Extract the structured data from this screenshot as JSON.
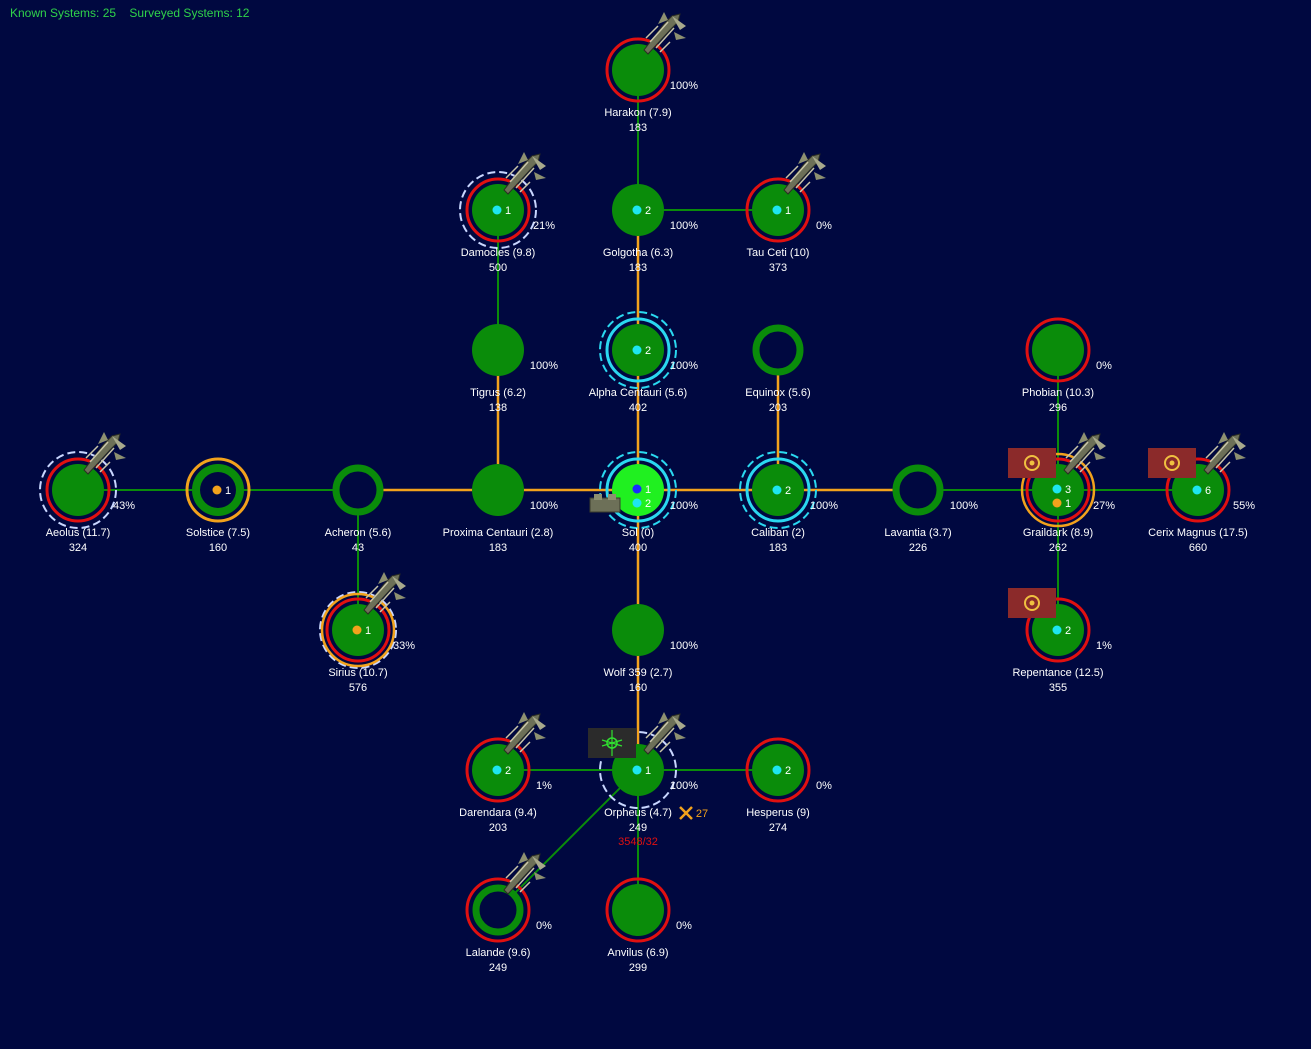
{
  "hud": {
    "known_label": "Known Systems: 25",
    "surveyed_label": "Surveyed Systems: 12"
  },
  "colors": {
    "background": "#000840",
    "planet": "#0a8c0a",
    "planet_home": "#20f020",
    "ring_hostile": "#e01010",
    "ring_orange": "#f2a21c",
    "ring_green": "#0a8c0a",
    "ring_cyan": "#2ad8f0",
    "ring_white": "#c8d6ff",
    "lane_green": "#0a8c0a",
    "lane_orange": "#f2a21c",
    "text": "#ffffff",
    "hud": "#2fd24a",
    "flag": "#8b2a2a"
  },
  "systems": [
    {
      "id": "harakon",
      "name": "Harakon  (7.9)",
      "pop": "183",
      "pct": "100%",
      "ring": "red",
      "ship": true
    },
    {
      "id": "damocles",
      "name": "Damocles  (9.8)",
      "pop": "500",
      "pct": "21%",
      "ring": "red",
      "dashed": "white",
      "count": "1",
      "dot": "cyan",
      "ship": true
    },
    {
      "id": "golgotha",
      "name": "Golgotha  (6.3)",
      "pop": "183",
      "pct": "100%",
      "count": "2",
      "dot": "cyan"
    },
    {
      "id": "tauceti",
      "name": "Tau Ceti  (10)",
      "pop": "373",
      "pct": "0%",
      "ring": "red",
      "count": "1",
      "dot": "cyan",
      "ship": true
    },
    {
      "id": "tigrus",
      "name": "Tigrus  (6.2)",
      "pop": "138",
      "pct": "100%"
    },
    {
      "id": "alphacentauri",
      "name": "Alpha Centauri  (5.6)",
      "pop": "402",
      "pct": "100%",
      "ring": "cyan",
      "dashed": "cyan",
      "count": "2",
      "dot": "cyan"
    },
    {
      "id": "equinox",
      "name": "Equinox  (5.6)",
      "pop": "203",
      "hollow": true
    },
    {
      "id": "phobian",
      "name": "Phobian  (10.3)",
      "pop": "296",
      "pct": "0%",
      "ring": "red"
    },
    {
      "id": "aeolus",
      "name": "Aeolus  (11.7)",
      "pop": "324",
      "pct": "43%",
      "ring": "red",
      "dashed": "white",
      "ship": true
    },
    {
      "id": "solstice",
      "name": "Solstice  (7.5)",
      "pop": "160",
      "ring": "orange",
      "inner_dark": true,
      "count": "1",
      "dot": "orange"
    },
    {
      "id": "acheron",
      "name": "Acheron  (5.6)",
      "pop": "43",
      "hollow": true
    },
    {
      "id": "proxima",
      "name": "Proxima Centauri  (2.8)",
      "pop": "183",
      "pct": "100%"
    },
    {
      "id": "sol",
      "name": "Sol  (0)",
      "pop": "400",
      "pct": "100%",
      "home": true,
      "ring": "cyan",
      "dashed": "cyan",
      "count": "1",
      "count2": "2",
      "dot": "blue",
      "dot2": "cyan",
      "station": true
    },
    {
      "id": "caliban",
      "name": "Caliban  (2)",
      "pop": "183",
      "pct": "100%",
      "ring": "cyan",
      "dashed": "cyan",
      "count": "2",
      "dot": "cyan"
    },
    {
      "id": "lavantia",
      "name": "Lavantia  (3.7)",
      "pop": "226",
      "pct": "100%",
      "hollow": true
    },
    {
      "id": "graildark",
      "name": "Graildark  (8.9)",
      "pop": "262",
      "pct": "27%",
      "ring": "red",
      "ring2": "orange",
      "count": "3",
      "count2": "1",
      "dot": "cyan",
      "dot2": "orange",
      "ship": true,
      "flag": true
    },
    {
      "id": "cerixmagnus",
      "name": "Cerix Magnus  (17.5)",
      "pop": "660",
      "pct": "55%",
      "ring": "red",
      "count": "6",
      "dot": "cyan",
      "ship": true,
      "flag": true
    },
    {
      "id": "sirius",
      "name": "Sirius  (10.7)",
      "pop": "576",
      "pct": "33%",
      "ring": "red",
      "ring2": "orange",
      "dashed": "white",
      "count": "1",
      "dot": "orange",
      "ship": true
    },
    {
      "id": "wolf359",
      "name": "Wolf 359  (2.7)",
      "pop": "160",
      "pct": "100%"
    },
    {
      "id": "repentance",
      "name": "Repentance  (12.5)",
      "pop": "355",
      "pct": "1%",
      "ring": "red",
      "count": "2",
      "dot": "cyan",
      "flag": true
    },
    {
      "id": "darendara",
      "name": "Darendara  (9.4)",
      "pop": "203",
      "pct": "1%",
      "ring": "red",
      "count": "2",
      "dot": "cyan",
      "ship": true
    },
    {
      "id": "orpheus",
      "name": "Orpheus  (4.7)",
      "pop": "249",
      "pct": "100%",
      "dashed": "white",
      "count": "1",
      "dot": "cyan",
      "ship": true,
      "alien_badge": true,
      "extra": "27",
      "extra_red": "3548/32"
    },
    {
      "id": "hesperus",
      "name": "Hesperus  (9)",
      "pop": "274",
      "pct": "0%",
      "ring": "red",
      "count": "2",
      "dot": "cyan"
    },
    {
      "id": "lalande",
      "name": "Lalande  (9.6)",
      "pop": "249",
      "pct": "0%",
      "ring": "red",
      "hollow": true,
      "ship": true
    },
    {
      "id": "anvilus",
      "name": "Anvilus  (6.9)",
      "pop": "299",
      "pct": "0%",
      "ring": "red"
    }
  ],
  "lanes": [
    {
      "a": "harakon",
      "b": "golgotha",
      "color": "green"
    },
    {
      "a": "golgotha",
      "b": "tauceti",
      "color": "green"
    },
    {
      "a": "golgotha",
      "b": "alphacentauri",
      "color": "orange"
    },
    {
      "a": "alphacentauri",
      "b": "sol",
      "color": "orange"
    },
    {
      "a": "damocles",
      "b": "tigrus",
      "color": "green"
    },
    {
      "a": "tigrus",
      "b": "proxima",
      "color": "orange"
    },
    {
      "a": "equinox",
      "b": "caliban",
      "color": "orange"
    },
    {
      "a": "phobian",
      "b": "graildark",
      "color": "green"
    },
    {
      "a": "aeolus",
      "b": "solstice",
      "color": "green"
    },
    {
      "a": "solstice",
      "b": "acheron",
      "color": "green"
    },
    {
      "a": "acheron",
      "b": "proxima",
      "color": "orange"
    },
    {
      "a": "proxima",
      "b": "sol",
      "color": "orange"
    },
    {
      "a": "sol",
      "b": "caliban",
      "color": "orange"
    },
    {
      "a": "caliban",
      "b": "lavantia",
      "color": "orange"
    },
    {
      "a": "lavantia",
      "b": "graildark",
      "color": "green"
    },
    {
      "a": "graildark",
      "b": "cerixmagnus",
      "color": "green"
    },
    {
      "a": "graildark",
      "b": "repentance",
      "color": "green"
    },
    {
      "a": "acheron",
      "b": "sirius",
      "color": "green"
    },
    {
      "a": "sol",
      "b": "wolf359",
      "color": "orange"
    },
    {
      "a": "wolf359",
      "b": "orpheus",
      "color": "orange"
    },
    {
      "a": "darendara",
      "b": "orpheus",
      "color": "green"
    },
    {
      "a": "orpheus",
      "b": "hesperus",
      "color": "green"
    },
    {
      "a": "orpheus",
      "b": "lalande",
      "color": "green"
    },
    {
      "a": "orpheus",
      "b": "anvilus",
      "color": "green"
    }
  ]
}
